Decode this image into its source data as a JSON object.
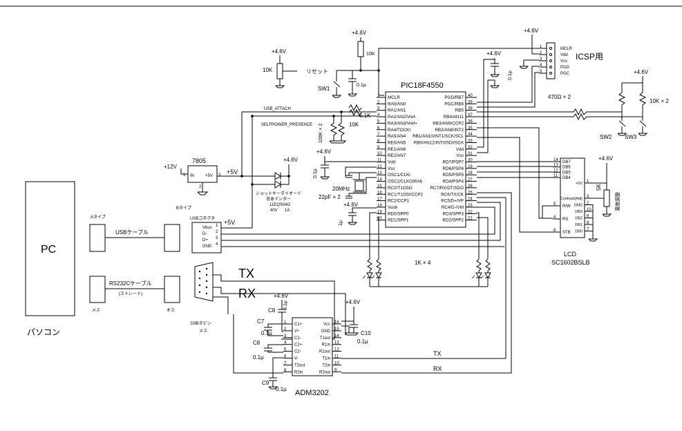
{
  "pc": {
    "label": "PC",
    "caption": "パソコン"
  },
  "usb": {
    "cable": "USBケーブル",
    "a_type": "Aタイプ",
    "b_type": "Bタイプ",
    "connector": "USBコネクタ",
    "pins": [
      "Vbus",
      "D-",
      "D+",
      "GND"
    ],
    "pin_numbers": [
      "1",
      "2",
      "3",
      "4"
    ],
    "v5": "+5V"
  },
  "rs232": {
    "cable": "RS232Cケーブル",
    "straight": "(ストレート)",
    "male": "メス",
    "female": "オス",
    "dsub": "D9Bタピン",
    "dsub_male": "メス",
    "tx": "TX",
    "rx": "RX"
  },
  "reg": {
    "part": "7805",
    "in_v": "+12V",
    "in_label": "IN",
    "out_label": "+5V",
    "out_v": "+5V",
    "pins": [
      "1",
      "2",
      "3"
    ]
  },
  "diode": {
    "line1": "ショットキーダイオード",
    "line2": "日本インター",
    "line3": "11EQS04G",
    "line4": "40V",
    "line5": "1A"
  },
  "pic": {
    "name": "PIC18F4550",
    "left_pins": [
      {
        "n": "1",
        "l": "MCLR"
      },
      {
        "n": "2",
        "l": "RA0/AN0"
      },
      {
        "n": "3",
        "l": "RA1/AN1"
      },
      {
        "n": "4",
        "l": "RA2/AN2/Vref-"
      },
      {
        "n": "5",
        "l": "RA3/AN3/Vref+"
      },
      {
        "n": "6",
        "l": "RA4/TOCKI"
      },
      {
        "n": "7",
        "l": "RA5/AN4"
      },
      {
        "n": "8",
        "l": "RE0/AN5"
      },
      {
        "n": "9",
        "l": "RE1/AN6"
      },
      {
        "n": "10",
        "l": "RE2/AN7"
      },
      {
        "n": "11",
        "l": "Vdd"
      },
      {
        "n": "12",
        "l": "Vss"
      },
      {
        "n": "13",
        "l": "OSC1/CLKI"
      },
      {
        "n": "14",
        "l": "OSC2/CLKO/RA6"
      },
      {
        "n": "15",
        "l": "RC0/T1OSO"
      },
      {
        "n": "16",
        "l": "RC1/T1OSI/CCP2"
      },
      {
        "n": "17",
        "l": "RC2/CCP1"
      },
      {
        "n": "18",
        "l": "Vusb"
      },
      {
        "n": "19",
        "l": "RD0/SPP0"
      },
      {
        "n": "20",
        "l": "RD1/SPP1"
      }
    ],
    "right_pins": [
      {
        "n": "40",
        "l": "PGD/RB7"
      },
      {
        "n": "39",
        "l": "PGC/RB6"
      },
      {
        "n": "38",
        "l": "RB5"
      },
      {
        "n": "37",
        "l": "RB4/AN11"
      },
      {
        "n": "36",
        "l": "RB3/AN9/CCP2"
      },
      {
        "n": "35",
        "l": "RB2/AN8/INT2"
      },
      {
        "n": "34",
        "l": "RB1/AN10/INT1/SCK/SCL"
      },
      {
        "n": "33",
        "l": "RB0/AN12/INT0/SDI/SDA"
      },
      {
        "n": "32",
        "l": "Vdd"
      },
      {
        "n": "31",
        "l": "Vss"
      },
      {
        "n": "30",
        "l": "RD7/PSP7"
      },
      {
        "n": "29",
        "l": "RD6/PSP6"
      },
      {
        "n": "28",
        "l": "RD5/PSP5"
      },
      {
        "n": "27",
        "l": "RD4/PSP4"
      },
      {
        "n": "26",
        "l": "RC7/RX/DT/SDO"
      },
      {
        "n": "25",
        "l": "RC6/TX/CK"
      },
      {
        "n": "24",
        "l": "RC5/D+/VP"
      },
      {
        "n": "23",
        "l": "RC4/D-/VM"
      },
      {
        "n": "22",
        "l": "RD3/SPP3"
      },
      {
        "n": "21",
        "l": "RD2/SPP2"
      }
    ]
  },
  "icsp": {
    "title": "ICSP用",
    "pins": [
      "MCLR",
      "Vdd",
      "Vss",
      "PGD",
      "PGC"
    ],
    "numbers": [
      "1",
      "2",
      "3",
      "4",
      "5"
    ]
  },
  "lcd": {
    "name": "LCD",
    "model": "SC1602BSLB",
    "left_pins": [
      {
        "n": "14",
        "l": "DB7"
      },
      {
        "n": "13",
        "l": "DB6"
      },
      {
        "n": "12",
        "l": "DB5"
      },
      {
        "n": "11",
        "l": "DB4"
      },
      {
        "n": "5",
        "l": "R/W"
      },
      {
        "n": "4",
        "l": "RS"
      },
      {
        "n": "6",
        "l": "STB"
      }
    ],
    "right_pins": [
      {
        "n": "1",
        "l": "+5V"
      },
      {
        "n": "3",
        "l": "Contrast(Adj)"
      },
      {
        "n": "2",
        "l": "GND"
      },
      {
        "n": "10",
        "l": "DB3"
      },
      {
        "n": "9",
        "l": "DB2"
      },
      {
        "n": "8",
        "l": "DB1"
      },
      {
        "n": "7",
        "l": "DB0"
      }
    ]
  },
  "adm": {
    "name": "ADM3202",
    "left_pins": [
      {
        "n": "1",
        "l": "C1+"
      },
      {
        "n": "2",
        "l": "V+"
      },
      {
        "n": "3",
        "l": "C1-"
      },
      {
        "n": "4",
        "l": "C2+"
      },
      {
        "n": "5",
        "l": "C2-"
      },
      {
        "n": "6",
        "l": "V-"
      },
      {
        "n": "7",
        "l": "T2out"
      },
      {
        "n": "8",
        "l": "R2in"
      }
    ],
    "right_pins": [
      {
        "n": "16",
        "l": "Vcc"
      },
      {
        "n": "15",
        "l": "GND"
      },
      {
        "n": "14",
        "l": "T1out"
      },
      {
        "n": "13",
        "l": "R1in"
      },
      {
        "n": "12",
        "l": "R1out"
      },
      {
        "n": "11",
        "l": "T1in"
      },
      {
        "n": "10",
        "l": "T2in"
      },
      {
        "n": "9",
        "l": "R2out"
      }
    ]
  },
  "labels": {
    "v46": "+4.6V",
    "v12": "+12V",
    "reset": "リセット",
    "sw1": "SW1",
    "sw2": "SW2",
    "sw3": "SW3",
    "r10k": "10K",
    "r10k2": "10K × 2",
    "r470": "470Ω × 2",
    "r51k": "5.1K",
    "r100k": "100K × 2",
    "r1k4": "1K × 4",
    "r5k": "5K",
    "contrast": "濃度調整",
    "c01u": "0.1μ",
    "c1u": "1μ",
    "c22p": "22pF × 2",
    "xtal": "20MHz",
    "usb_attach": "USB_ATTACH",
    "selfpower": "SELFPOWER_PRESENCE",
    "tx": "TX",
    "rx": "RX",
    "c7": "C7",
    "c8": "C8",
    "c9": "C9",
    "c10": "C10"
  }
}
